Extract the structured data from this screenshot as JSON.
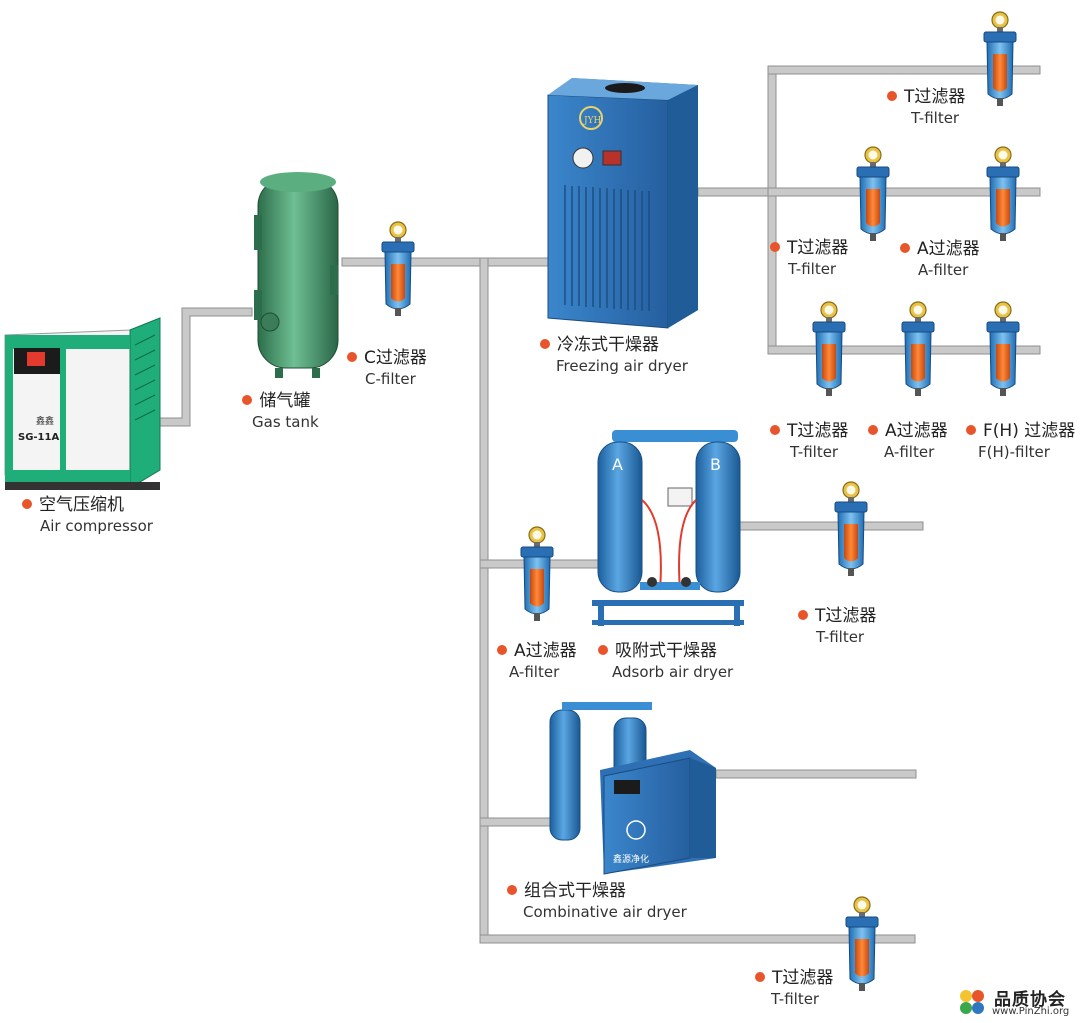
{
  "labels": {
    "air_compressor": {
      "cn": "空气压缩机",
      "en": "Air compressor"
    },
    "gas_tank": {
      "cn": "储气罐",
      "en": "Gas tank"
    },
    "c_filter": {
      "cn": "C过滤器",
      "en": "C-filter"
    },
    "freezing_dryer": {
      "cn": "冷冻式干燥器",
      "en": "Freezing air dryer"
    },
    "t_filter_top": {
      "cn": "T过滤器",
      "en": "T-filter"
    },
    "t_filter_row2": {
      "cn": "T过滤器",
      "en": "T-filter"
    },
    "a_filter_row2": {
      "cn": "A过滤器",
      "en": "A-filter"
    },
    "t_filter_row3": {
      "cn": "T过滤器",
      "en": "T-filter"
    },
    "a_filter_row3": {
      "cn": "A过滤器",
      "en": "A-filter"
    },
    "fh_filter_row3": {
      "cn": "F(H) 过滤器",
      "en": "F(H)-filter"
    },
    "a_filter_adsorb": {
      "cn": "A过滤器",
      "en": "A-filter"
    },
    "adsorb_dryer": {
      "cn": "吸附式干燥器",
      "en": "Adsorb air dryer"
    },
    "t_filter_adsorb": {
      "cn": "T过滤器",
      "en": "T-filter"
    },
    "combinative_dryer": {
      "cn": "组合式干燥器",
      "en": "Combinative air dryer"
    },
    "t_filter_bottom": {
      "cn": "T过滤器",
      "en": "T-filter"
    }
  },
  "equipment_text": {
    "compressor_brand": "鑫鑫",
    "compressor_model": "SG-11A",
    "dryer_logo": "JYH",
    "adsorb_tower_a": "A",
    "adsorb_tower_b": "B",
    "combo_brand": "鑫源净化"
  },
  "watermark": {
    "brand": "品质协会",
    "url": "www.PinZhi.org"
  },
  "colors": {
    "bullet": "#e8552b",
    "pipe": "#c9c9c9",
    "compressor_body": "#1fae7a",
    "tank": "#3f8f64",
    "dryer_blue": "#2f78c0",
    "filter_orange": "#ec6a1e",
    "filter_blue": "#3a8fd4",
    "gauge_yellow": "#e8c34a"
  }
}
